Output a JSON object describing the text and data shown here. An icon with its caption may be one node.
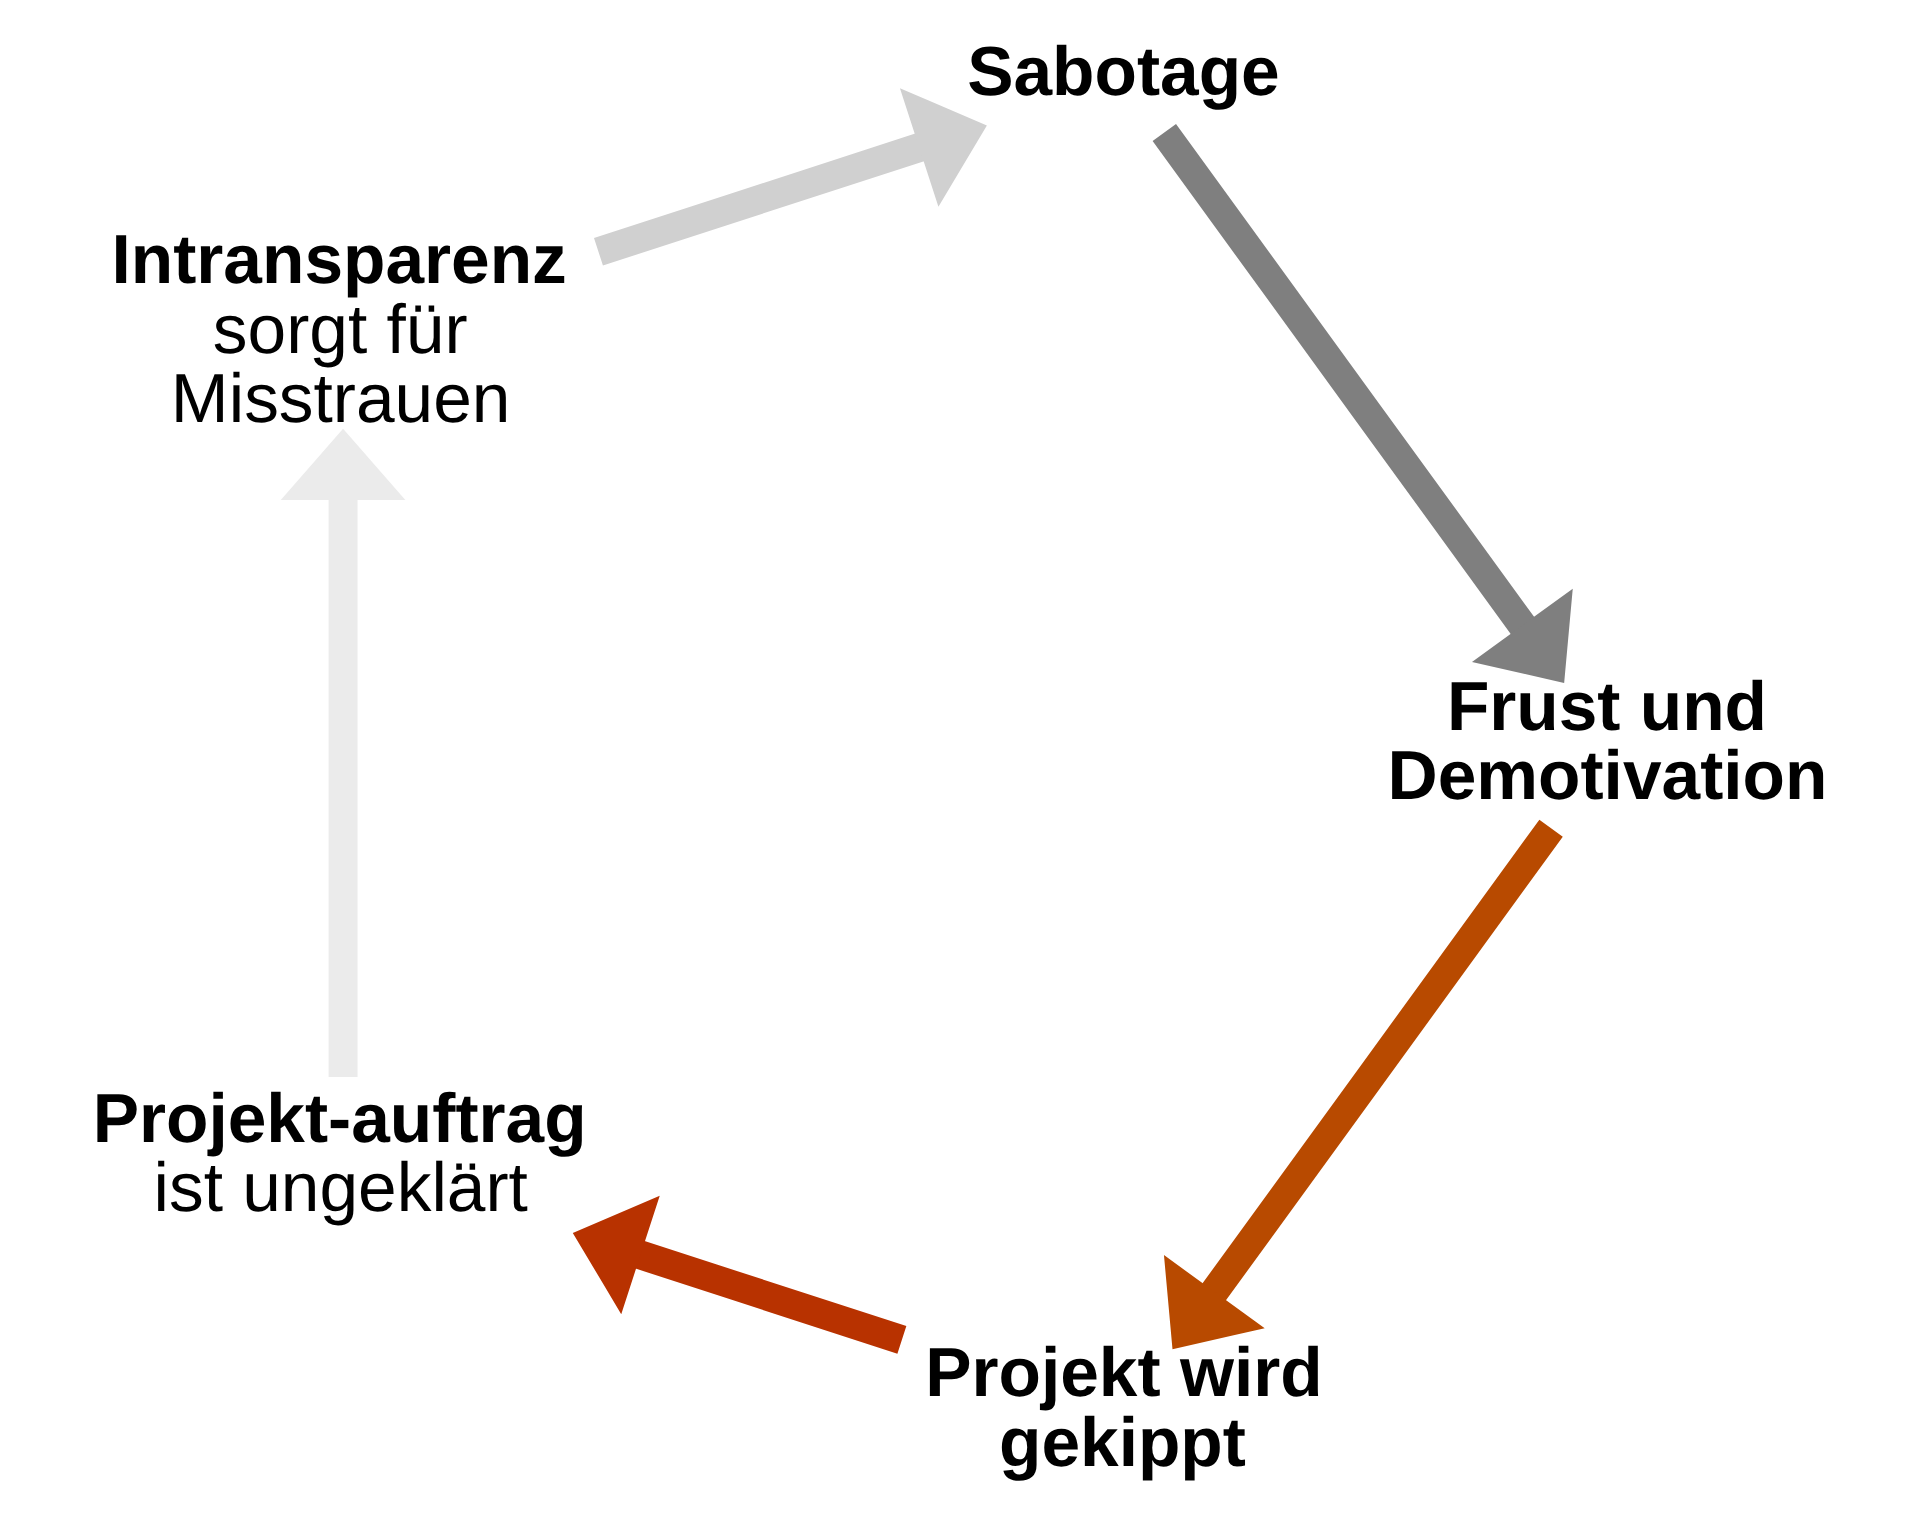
{
  "diagram": {
    "nodes": [
      {
        "text": [
          "**Projekt wird gekippt**"
        ]
      },
      {
        "text": [
          "**Projekt-auftrag** ist ungeklärt"
        ]
      },
      {
        "text": [
          "**Intransparenz** sorgt für Misstrauen"
        ]
      },
      {
        "text": [
          "**Sabotage**"
        ]
      },
      {
        "text": [
          "**Frust und Demotivation**"
        ]
      }
    ],
    "edges": [
      {
        "from": 0,
        "to": 1,
        "arrow": "to",
        "color": "#b83200"
      },
      {
        "from": 1,
        "to": 2,
        "arrow": "to",
        "color": "#ebebeb"
      },
      {
        "from": 2,
        "to": 3,
        "arrow": "to",
        "color": "#d0d0d0"
      },
      {
        "from": 3,
        "to": 4,
        "arrow": "to",
        "color": "#7f7f7f"
      },
      {
        "from": 4,
        "to": 0,
        "arrow": "to",
        "color": "#b84a00"
      }
    ]
  }
}
